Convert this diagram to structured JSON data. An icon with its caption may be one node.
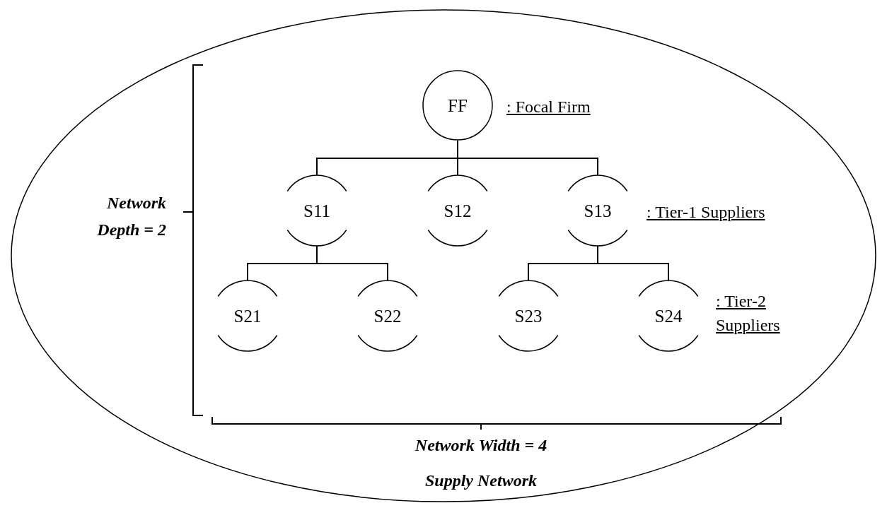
{
  "diagram": {
    "nodes": [
      {
        "text": [
          "Supply Network"
        ]
      },
      {
        "text": [
          "FF"
        ],
        "in": 0
      },
      {
        "text": [
          "S11"
        ],
        "in": 0
      },
      {
        "text": [
          "S12"
        ],
        "in": 0
      },
      {
        "text": [
          "S13"
        ],
        "in": 0
      },
      {
        "text": [
          "S21"
        ],
        "in": 0
      },
      {
        "text": [
          "S22"
        ],
        "in": 0
      },
      {
        "text": [
          "S23"
        ],
        "in": 0
      },
      {
        "text": [
          "S24"
        ],
        "in": 0
      }
    ],
    "edges": [
      {
        "from": 1,
        "to": 2,
        "arrow": "none"
      },
      {
        "from": 1,
        "to": 3,
        "arrow": "none"
      },
      {
        "from": 1,
        "to": 4,
        "arrow": "none"
      },
      {
        "from": 2,
        "to": 5,
        "arrow": "none"
      },
      {
        "from": 2,
        "to": 6,
        "arrow": "none"
      },
      {
        "from": 4,
        "to": 7,
        "arrow": "none"
      },
      {
        "from": 4,
        "to": 8,
        "arrow": "none"
      }
    ],
    "labels": [
      ": Focal Firm",
      ": Tier-1 Suppliers",
      ": Tier-2 Suppliers",
      "Network Depth = 2",
      "Network Width = 4"
    ]
  }
}
